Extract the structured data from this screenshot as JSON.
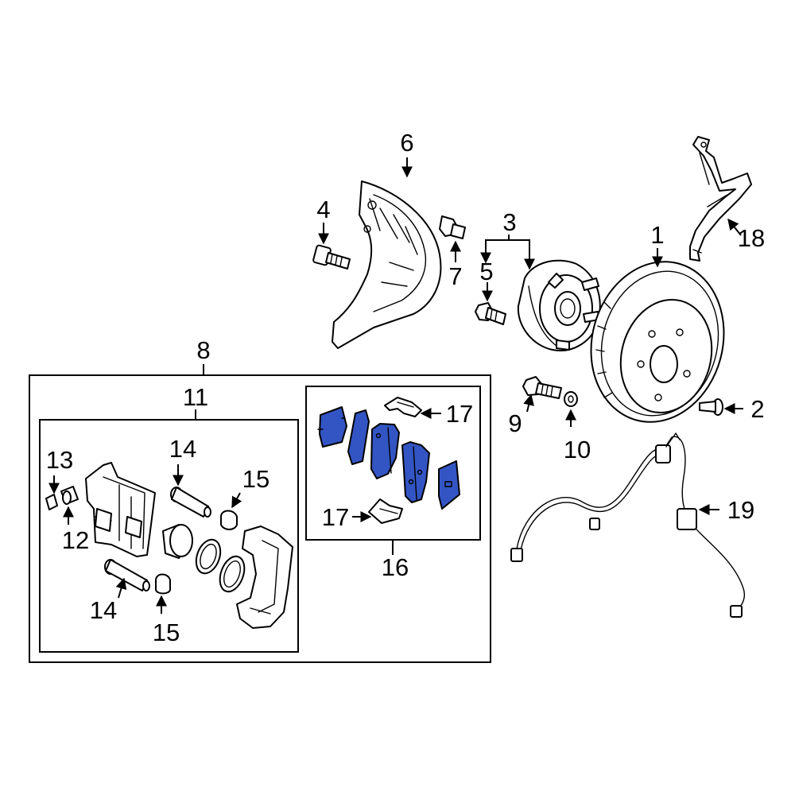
{
  "colors": {
    "highlight": "#3355c4",
    "line": "#000000",
    "background": "#ffffff"
  },
  "callouts": {
    "c1": "1",
    "c2": "2",
    "c3": "3",
    "c4": "4",
    "c5": "5",
    "c6": "6",
    "c7": "7",
    "c8": "8",
    "c9": "9",
    "c10": "10",
    "c11": "11",
    "c12": "12",
    "c13": "13",
    "c14a": "14",
    "c14b": "14",
    "c15a": "15",
    "c15b": "15",
    "c16": "16",
    "c17a": "17",
    "c17b": "17",
    "c18": "18",
    "c19": "19"
  },
  "highlighted_assembly": "brake-pad-set"
}
